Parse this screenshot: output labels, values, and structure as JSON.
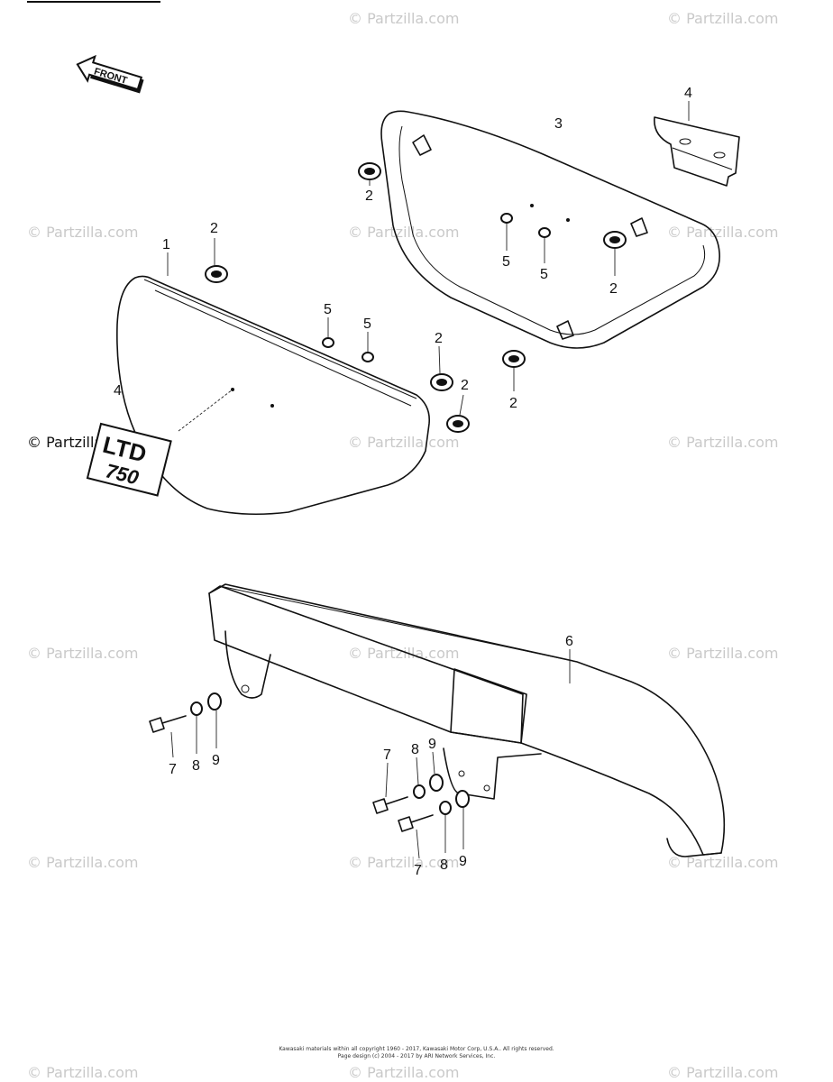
{
  "watermark": "© Partzilla.com",
  "front_label": "FRONT",
  "emblem_text": {
    "line1": "LTD",
    "line2": "750"
  },
  "callouts": {
    "c1": "1",
    "c2a": "2",
    "c2b": "2",
    "c2c": "2",
    "c2d": "2",
    "c2e": "2",
    "c2f": "2",
    "c3": "3",
    "c4a": "4",
    "c4b": "4",
    "c5a": "5",
    "c5b": "5",
    "c5c": "5",
    "c5d": "5",
    "c6": "6",
    "c7a": "7",
    "c7b": "7",
    "c7c": "7",
    "c8a": "8",
    "c8b": "8",
    "c8c": "8",
    "c9a": "9",
    "c9b": "9",
    "c9c": "9"
  },
  "copyright": {
    "line1": "Kawasaki materials within all copyright 1960 - 2017, Kawasaki Motor Corp, U.S.A.. All rights reserved.",
    "line2": "Page design (c) 2004 - 2017 by ARI Network Services, Inc."
  }
}
